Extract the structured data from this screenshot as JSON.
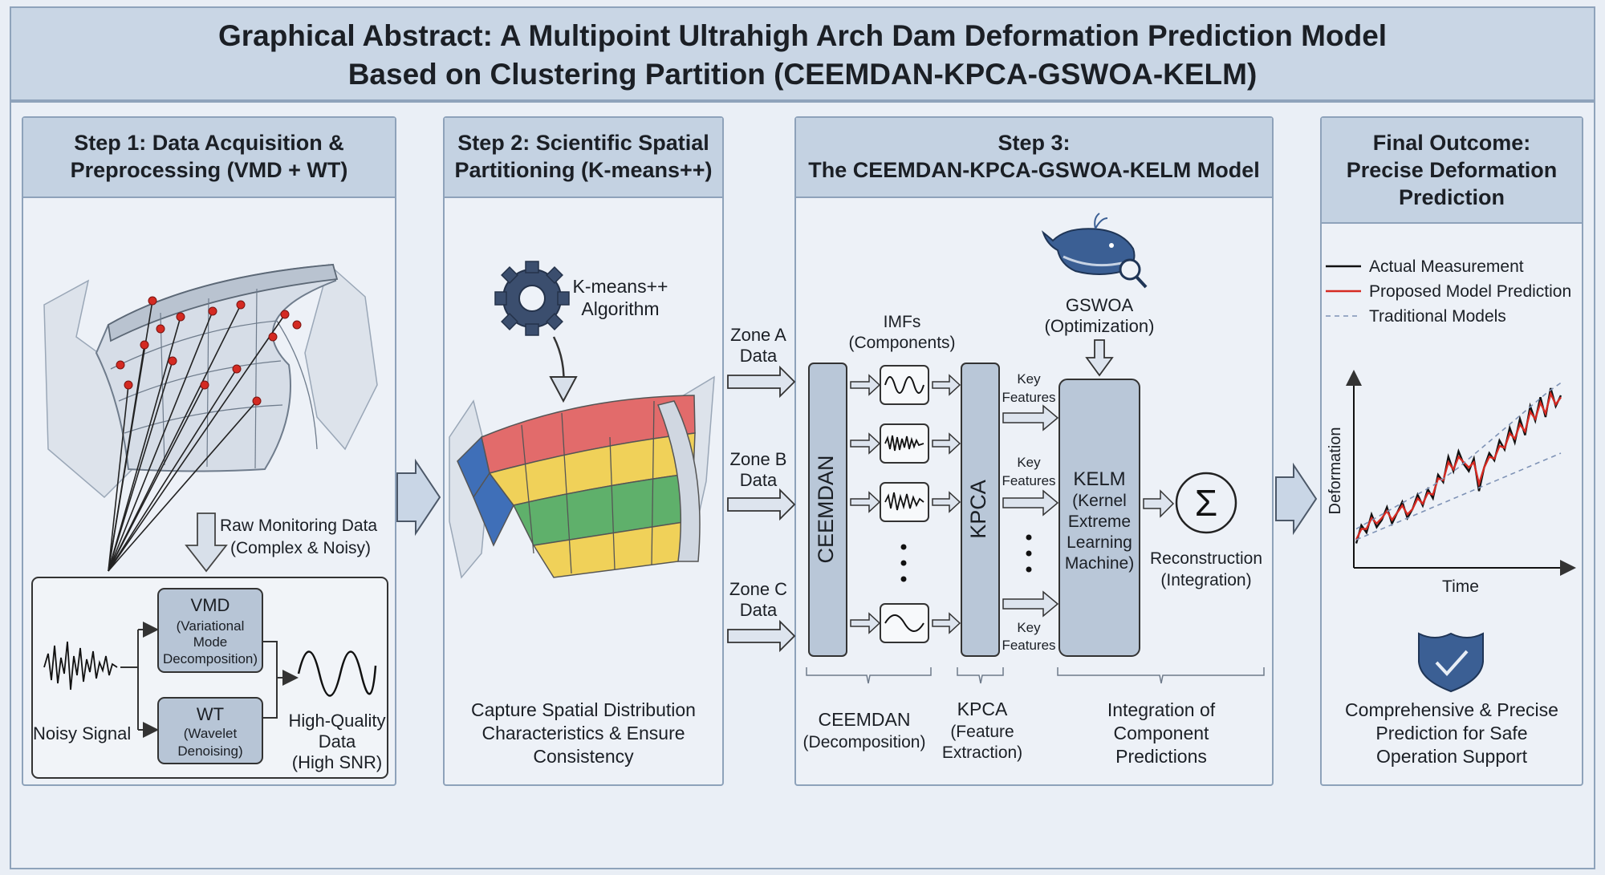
{
  "title": {
    "line1": "Graphical Abstract: A Multipoint Ultrahigh Arch Dam Deformation Prediction Model",
    "line2": "Based on Clustering Partition (CEEMDAN-KPCA-GSWOA-KELM)"
  },
  "step1": {
    "title_line1": "Step 1: Data Acquisition &",
    "title_line2": "Preprocessing (VMD + WT)",
    "raw_line1": "Raw Monitoring Data",
    "raw_line2": "(Complex & Noisy)",
    "noisy_signal": "Noisy Signal",
    "vmd_title": "VMD",
    "vmd_sub1": "(Variational",
    "vmd_sub2": "Mode",
    "vmd_sub3": "Decomposition)",
    "wt_title": "WT",
    "wt_sub1": "(Wavelet",
    "wt_sub2": "Denoising)",
    "hq_line1": "High-Quality",
    "hq_line2": "Data",
    "hq_line3": "(High SNR)"
  },
  "step2": {
    "title_line1": "Step 2: Scientific Spatial",
    "title_line2": "Partitioning (K-means++)",
    "algo_line1": "K-means++",
    "algo_line2": "Algorithm",
    "caption_line1": "Capture Spatial Distribution",
    "caption_line2": "Characteristics & Ensure",
    "caption_line3": "Consistency"
  },
  "zones": {
    "a1": "Zone A",
    "a2": "Data",
    "b1": "Zone B",
    "b2": "Data",
    "c1": "Zone C",
    "c2": "Data"
  },
  "step3": {
    "title_line1": "Step 3:",
    "title_line2": "The CEEMDAN-KPCA-GSWOA-KELM Model",
    "imfs_line1": "IMFs",
    "imfs_line2": "(Components)",
    "ceemdan_box": "CEEMDAN",
    "kpca_box": "KPCA",
    "key1": "Key",
    "feat1": "Features",
    "key2": "Key",
    "feat2": "Features",
    "key3": "Key",
    "feat3": "Features",
    "gswoa_line1": "GSWOA",
    "gswoa_line2": "(Optimization)",
    "kelm_line1": "KELM",
    "kelm_line2": "(Kernel",
    "kelm_line3": "Extreme",
    "kelm_line4": "Learning",
    "kelm_line5": "Machine)",
    "sum_symbol": "Σ",
    "recon_line1": "Reconstruction",
    "recon_line2": "(Integration)",
    "cap_ceemdan_line1": "CEEMDAN",
    "cap_ceemdan_line2": "(Decomposition)",
    "cap_kpca_line1": "KPCA",
    "cap_kpca_line2": "(Feature",
    "cap_kpca_line3": "Extraction)",
    "cap_int_line1": "Integration of",
    "cap_int_line2": "Component",
    "cap_int_line3": "Predictions"
  },
  "final": {
    "title_line1": "Final Outcome:",
    "title_line2": "Precise Deformation",
    "title_line3": "Prediction",
    "caption_line1": "Comprehensive & Precise",
    "caption_line2": "Prediction for Safe",
    "caption_line3": "Operation Support"
  },
  "chart_data": {
    "type": "line",
    "xlabel": "Time",
    "ylabel": "Deformation",
    "legend": "top",
    "x": [
      0,
      1,
      2,
      3,
      4,
      5,
      6,
      7,
      8,
      9,
      10,
      11,
      12,
      13,
      14,
      15,
      16,
      17,
      18,
      19,
      20,
      21,
      22,
      23,
      24,
      25,
      26,
      27,
      28,
      29,
      30,
      31,
      32,
      33,
      34,
      35,
      36,
      37,
      38,
      39,
      40
    ],
    "series": [
      {
        "name": "Actual Measurement",
        "color": "#111111",
        "values": [
          0.1,
          0.2,
          0.16,
          0.26,
          0.19,
          0.23,
          0.3,
          0.21,
          0.27,
          0.33,
          0.24,
          0.29,
          0.37,
          0.31,
          0.4,
          0.35,
          0.48,
          0.44,
          0.58,
          0.5,
          0.61,
          0.54,
          0.5,
          0.57,
          0.39,
          0.52,
          0.6,
          0.56,
          0.67,
          0.62,
          0.74,
          0.66,
          0.79,
          0.7,
          0.86,
          0.78,
          0.91,
          0.8,
          0.96,
          0.86,
          0.92
        ]
      },
      {
        "name": "Proposed Model Prediction",
        "color": "#d62a22",
        "values": [
          0.12,
          0.18,
          0.18,
          0.24,
          0.21,
          0.24,
          0.28,
          0.23,
          0.27,
          0.31,
          0.26,
          0.29,
          0.35,
          0.32,
          0.38,
          0.37,
          0.46,
          0.45,
          0.55,
          0.51,
          0.58,
          0.55,
          0.52,
          0.55,
          0.43,
          0.52,
          0.58,
          0.57,
          0.64,
          0.63,
          0.71,
          0.68,
          0.76,
          0.72,
          0.83,
          0.79,
          0.88,
          0.82,
          0.93,
          0.87,
          0.91
        ]
      },
      {
        "name": "Traditional Models",
        "color": "#7f93b6",
        "dash": true,
        "values": [
          0.18,
          0.22,
          0.26,
          0.3,
          0.34,
          0.38,
          0.42,
          0.47,
          0.52,
          0.58,
          0.64,
          0.7,
          0.76,
          0.82,
          0.88,
          0.94,
          0.99
        ]
      },
      {
        "color": "#7f93b6",
        "dash": true,
        "values": [
          0.12,
          0.15,
          0.18,
          0.21,
          0.24,
          0.27,
          0.3,
          0.33,
          0.36,
          0.39,
          0.42,
          0.45,
          0.48,
          0.51,
          0.54,
          0.57,
          0.6
        ]
      }
    ]
  }
}
